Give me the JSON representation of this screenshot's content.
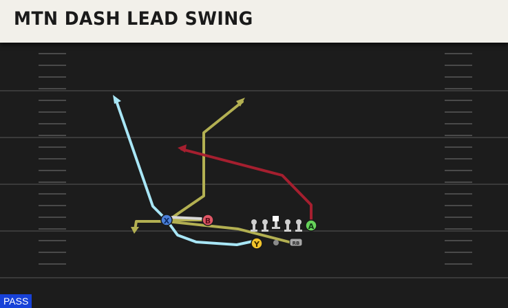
{
  "play": {
    "title": "MTN DASH LEAD SWING",
    "formation_tag": "PASS"
  },
  "players": [
    {
      "id": "X",
      "color": "#4a7fd8",
      "text_color": "#0b2a63"
    },
    {
      "id": "B",
      "color": "#e05766",
      "text_color": "#5a0f1a"
    },
    {
      "id": "A",
      "color": "#66d35a",
      "text_color": "#0f3a12"
    },
    {
      "id": "Y",
      "color": "#f2c42b",
      "text_color": "#3b2a00"
    },
    {
      "id": "RB",
      "color": "#a7a7a7",
      "text_color": "#2a2a2a"
    }
  ],
  "routes": [
    {
      "player": "X",
      "color": "#a8e6f6",
      "name": "route-x-go"
    },
    {
      "player": "B",
      "color": "#b3b052",
      "name": "route-b-corner"
    },
    {
      "player": "A",
      "color": "#a51f2f",
      "name": "route-a-drag"
    },
    {
      "player": "Y",
      "color": "#a8e6f6",
      "name": "route-y-swing"
    },
    {
      "player": "RB",
      "color": "#b3b052",
      "name": "route-rb-lead"
    }
  ],
  "colors": {
    "field": "#1c1c1c",
    "yard_line": "#3a3a3a",
    "hash": "#4a4a4a",
    "header_bg": "#f2f0ea",
    "header_text": "#1a1a1a",
    "tag_bg": "#1741d8"
  }
}
